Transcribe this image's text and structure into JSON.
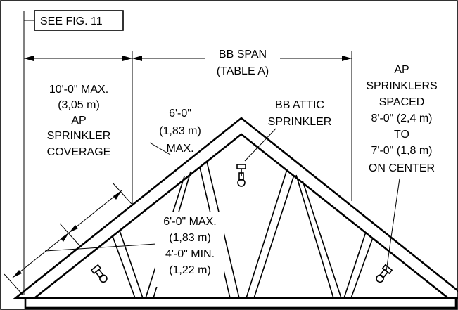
{
  "figure_ref": "SEE FIG. 11",
  "labels": {
    "bb_span": [
      "BB SPAN",
      "(TABLE A)"
    ],
    "ap_coverage": [
      "10'-0\" MAX.",
      "(3,05 m)",
      "AP",
      "SPRINKLER",
      "COVERAGE"
    ],
    "slope_top": [
      "6'-0\"",
      "(1,83 m)",
      "MAX."
    ],
    "bb_attic": [
      "BB ATTIC",
      "SPRINKLER"
    ],
    "ap_spacing": [
      "AP",
      "SPRINKLERS",
      "SPACED",
      "8'-0\" (2,4 m)",
      "TO",
      "7'-0\" (1,8 m)",
      "ON CENTER"
    ],
    "slope_bottom": [
      "6'-0\" MAX.",
      "(1,83 m)",
      "4'-0\" MIN.",
      "(1,22 m)"
    ]
  }
}
